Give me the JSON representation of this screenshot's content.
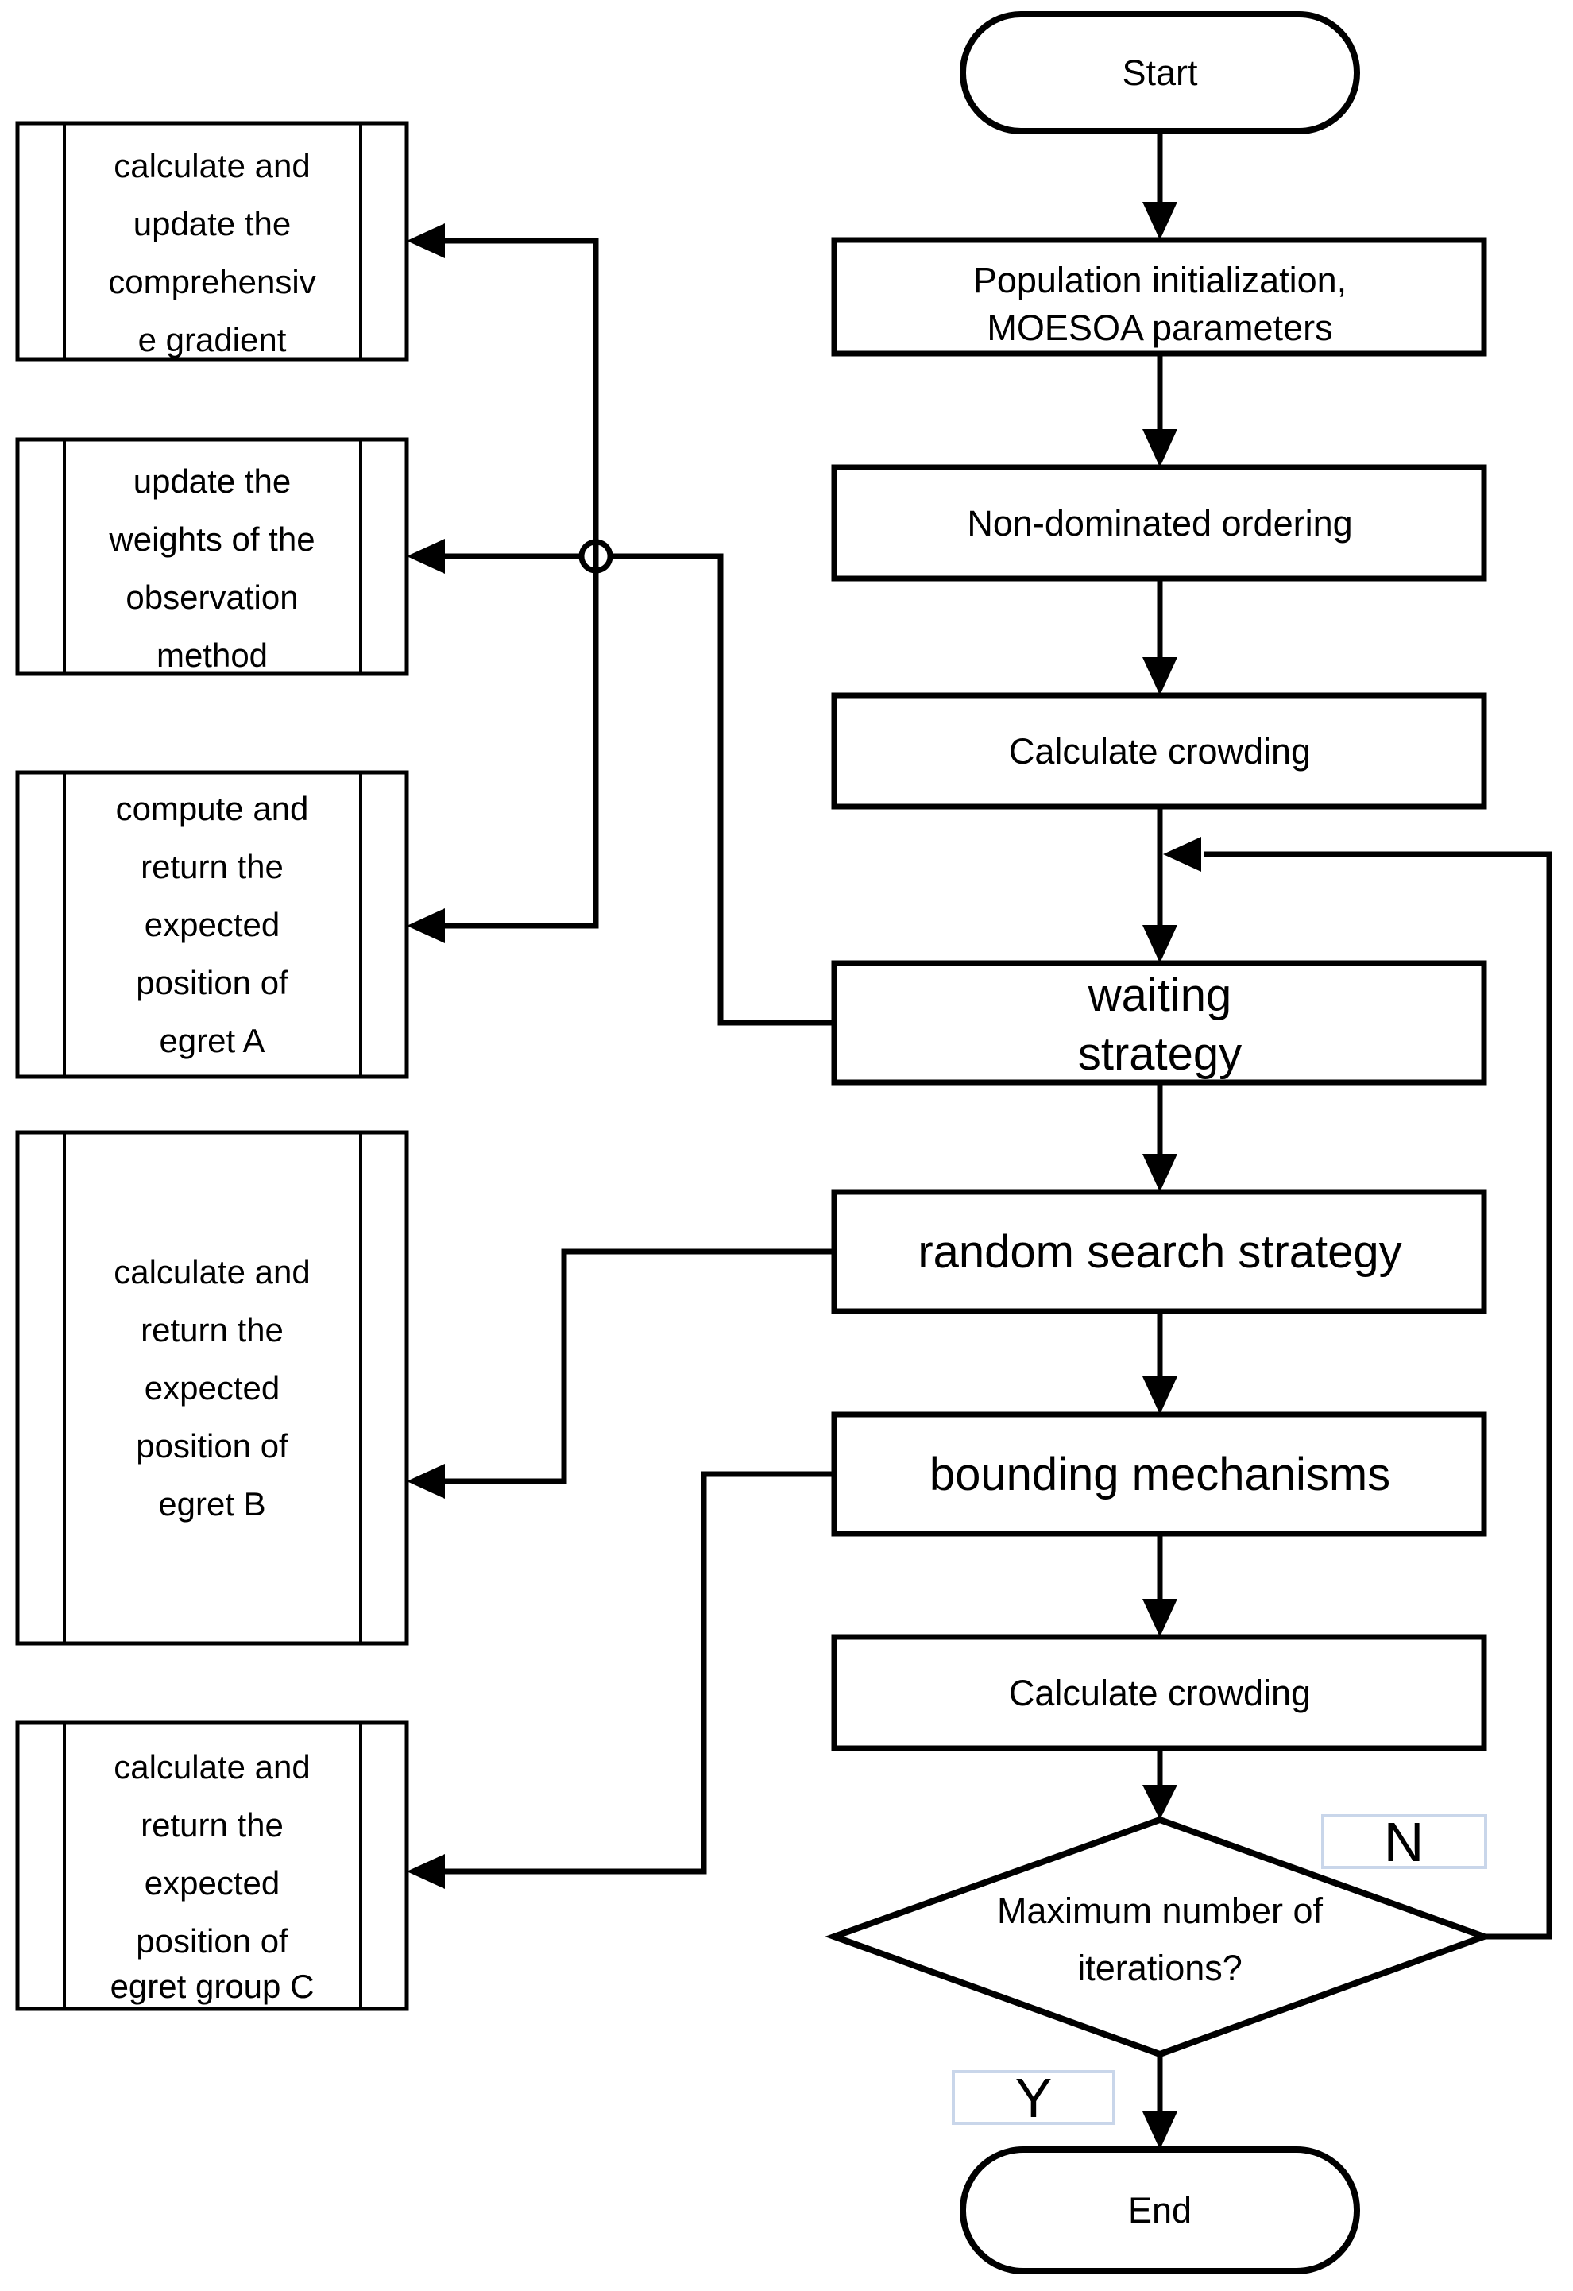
{
  "flowchart": {
    "nodes": {
      "start": {
        "label": "Start"
      },
      "population": {
        "line1": "Population initialization,",
        "line2": "MOESOA parameters"
      },
      "nondominated": {
        "label": "Non-dominated ordering"
      },
      "crowding1": {
        "label": "Calculate crowding"
      },
      "waiting": {
        "line1": "waiting",
        "line2": "strategy"
      },
      "random_search": {
        "label": "random search strategy"
      },
      "bounding": {
        "label": "bounding mechanisms"
      },
      "crowding2": {
        "label": "Calculate crowding"
      },
      "decision": {
        "line1": "Maximum number of",
        "line2": "iterations?"
      },
      "end": {
        "label": "End"
      },
      "gradient": {
        "line1": "calculate and",
        "line2": "update the",
        "line3": "comprehensiv",
        "line4": "e gradient"
      },
      "weights": {
        "line1": "update the",
        "line2": "weights of the",
        "line3": "observation",
        "line4": "method"
      },
      "egret_a": {
        "line1": "compute and",
        "line2": "return the",
        "line3": "expected",
        "line4": "position  of",
        "line5": "egret A"
      },
      "egret_b": {
        "line1": "calculate and",
        "line2": "return the",
        "line3": "expected",
        "line4": "position  of",
        "line5": "egret B"
      },
      "egret_c": {
        "line1": "calculate and",
        "line2": "return the",
        "line3": "expected",
        "line4": "position  of",
        "line5": "egret group C"
      }
    },
    "branch_labels": {
      "no": "N",
      "yes": "Y"
    },
    "colors": {
      "line": "#000000",
      "branch_label_border": "#c9d6ea",
      "background": "#ffffff"
    }
  }
}
